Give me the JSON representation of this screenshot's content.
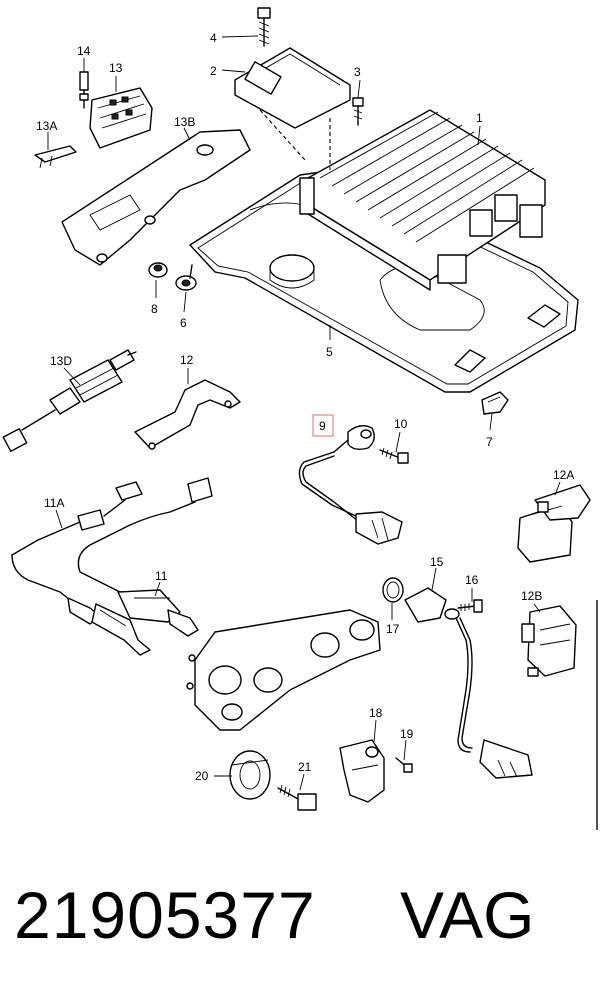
{
  "callouts": {
    "c1": "1",
    "c2": "2",
    "c3": "3",
    "c4": "4",
    "c5": "5",
    "c6": "6",
    "c7": "7",
    "c8": "8",
    "c9": "9",
    "c10": "10",
    "c11": "11",
    "c11a": "11A",
    "c12": "12",
    "c12a": "12A",
    "c12b": "12B",
    "c13": "13",
    "c13a": "13A",
    "c13b": "13B",
    "c13d": "13D",
    "c14": "14",
    "c15": "15",
    "c16": "16",
    "c17": "17",
    "c18": "18",
    "c19": "19",
    "c20": "20",
    "c21": "21"
  },
  "highlight": {
    "callout": "9",
    "border_color": "#e08a8a"
  },
  "footer": {
    "part_number": "21905377",
    "brand": "VAG"
  }
}
